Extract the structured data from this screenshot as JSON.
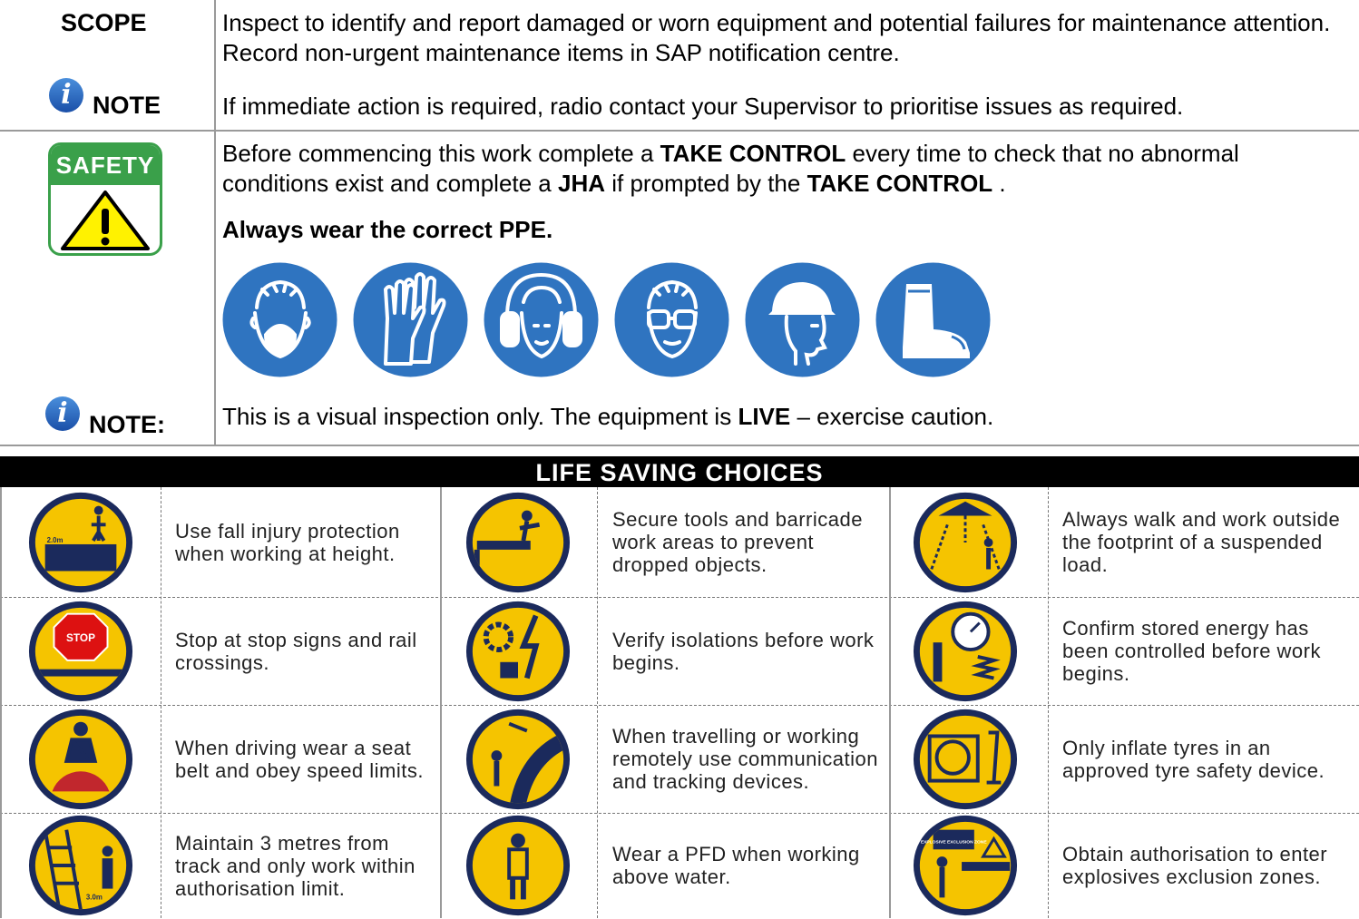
{
  "scope": {
    "label": "SCOPE",
    "text": "Inspect to identify and report damaged or worn equipment and potential failures for maintenance attention. Record non-urgent maintenance items in SAP notification centre.",
    "note_label": "NOTE",
    "note_text": "If immediate action is required, radio contact your Supervisor to prioritise issues as required."
  },
  "safety": {
    "badge": "SAFETY",
    "line1_a": "Before commencing this work complete a ",
    "line1_b": "TAKE CONTROL",
    "line1_c": " every time to check that no abnormal conditions exist and complete a ",
    "line1_d": "JHA",
    "line1_e": " if prompted by the ",
    "line1_f": "TAKE CONTROL",
    "line1_g": " .",
    "ppe_text": "Always wear the correct PPE.",
    "ppe_icons": [
      "dust-mask-icon",
      "gloves-icon",
      "ear-muffs-icon",
      "safety-glasses-icon",
      "hard-hat-icon",
      "safety-boot-icon"
    ],
    "note_label": "NOTE:",
    "note_a": "This is a visual inspection only. The equipment is ",
    "note_b": "LIVE",
    "note_c": " – exercise caution."
  },
  "life_saving": {
    "title": "LIFE SAVING CHOICES",
    "items": [
      {
        "text": "Use fall injury protection when working at height.",
        "icon_label": "2.0m"
      },
      {
        "text": "Secure tools and barricade work areas to prevent dropped objects."
      },
      {
        "text": "Always walk and work outside the footprint of a suspended load."
      },
      {
        "text": "Stop at stop signs and rail crossings.",
        "icon_label": "STOP"
      },
      {
        "text": "Verify isolations before work begins."
      },
      {
        "text": "Confirm stored energy has been controlled before work begins."
      },
      {
        "text": "When driving wear a seat belt and obey speed limits."
      },
      {
        "text": "When travelling or working remotely use communication and tracking devices."
      },
      {
        "text": "Only inflate tyres in an approved tyre safety device."
      },
      {
        "text": "Maintain 3 metres from track and only work within authorisation limit.",
        "icon_label": "3.0m"
      },
      {
        "text": "Wear a PFD when working above water."
      },
      {
        "text": "Obtain authorisation to enter explosives exclusion zones.",
        "icon_label": "EXPLOSIVE EXCLUSION ZONE"
      }
    ]
  },
  "colors": {
    "ppe_blue": "#2f74c0",
    "safety_green": "#3aa04a",
    "lsc_yellow": "#f5c400",
    "lsc_navy": "#1b2a5c"
  }
}
